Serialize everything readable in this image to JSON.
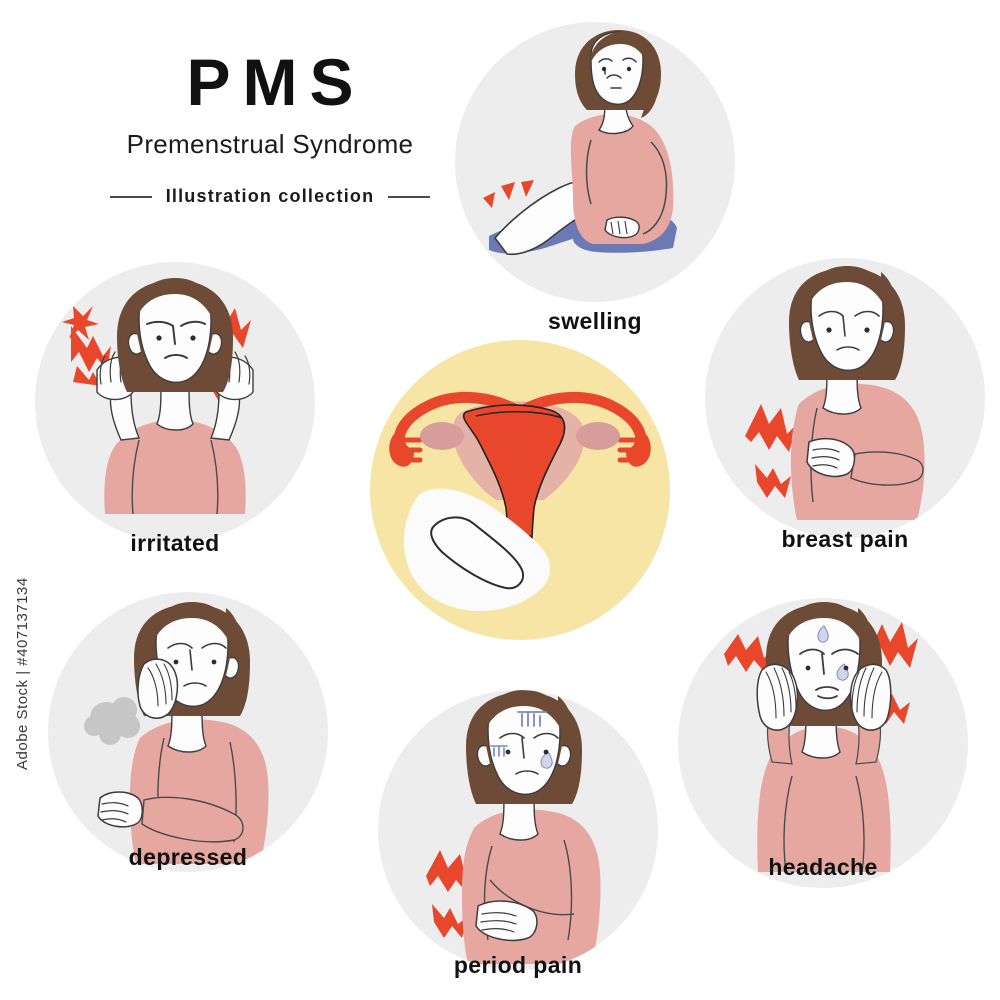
{
  "header": {
    "title": "PMS",
    "subtitle": "Premenstrual Syndrome",
    "divider_label": "Illustration collection"
  },
  "watermark": {
    "text": "Adobe Stock | #407137134"
  },
  "panels": [
    {
      "label": "swelling",
      "icon": "woman-sitting-swollen-leg-icon",
      "position": "top-center"
    },
    {
      "label": "irritated",
      "icon": "woman-angry-hands-up-icon",
      "position": "middle-left"
    },
    {
      "label": "breast pain",
      "icon": "woman-holding-chest-icon",
      "position": "middle-right"
    },
    {
      "label": "depressed",
      "icon": "woman-hand-on-cheek-icon",
      "position": "bottom-left"
    },
    {
      "label": "period pain",
      "icon": "woman-holding-abdomen-icon",
      "position": "bottom-center"
    },
    {
      "label": "headache",
      "icon": "woman-holding-head-icon",
      "position": "bottom-right"
    }
  ],
  "center_graphic": {
    "icon": "uterus-with-sanitary-pad-icon",
    "background": "yellow-circle"
  },
  "colors": {
    "background": "#ffffff",
    "circle_gray": "#ededed",
    "circle_yellow": "#f7e5a6",
    "sweater_pink": "#e5a79f",
    "pants_blue": "#6b7ab5",
    "pain_red": "#e8472c",
    "hair_brown": "#6e4b36",
    "ink": "#3c3c3c",
    "accent_blue": "#7a86c0",
    "ovary_pink": "#d79d9b"
  }
}
